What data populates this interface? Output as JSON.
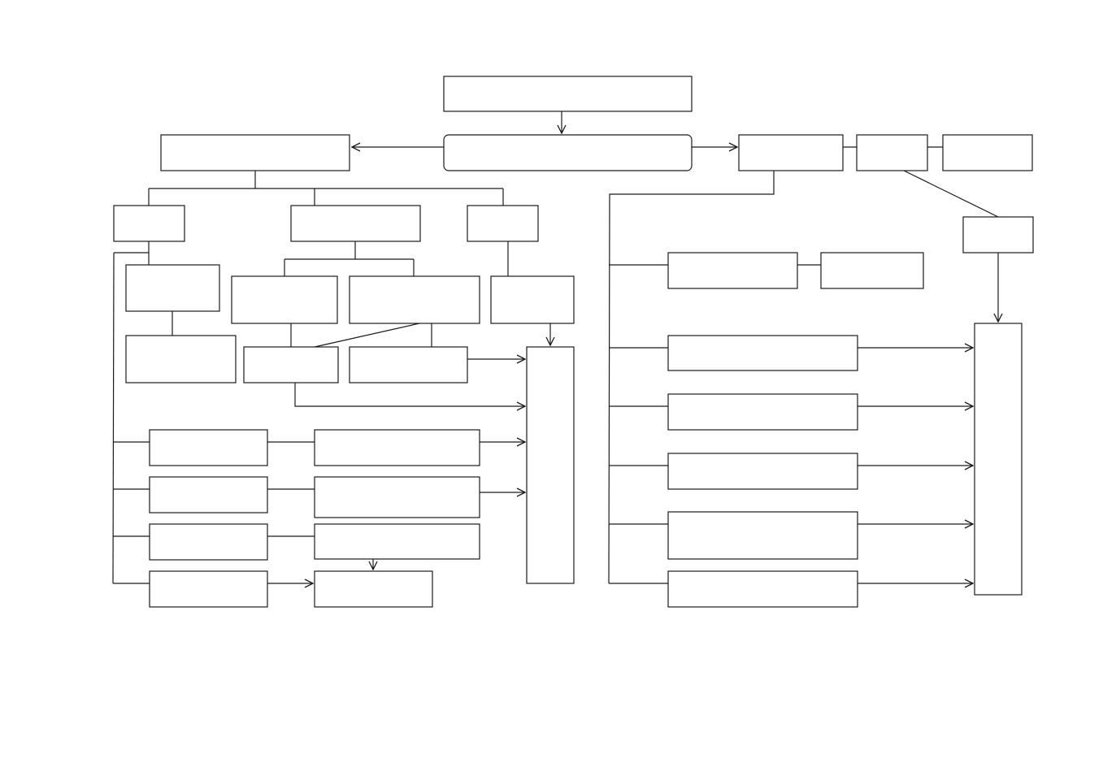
{
  "diagram": {
    "stroke_color": "#1a1a1a",
    "background_color": "#ffffff",
    "nodes": [
      {
        "id": "top",
        "label": ""
      },
      {
        "id": "center",
        "label": ""
      },
      {
        "id": "left-main",
        "label": ""
      },
      {
        "id": "right-main",
        "label": ""
      },
      {
        "id": "right-b",
        "label": ""
      },
      {
        "id": "right-c",
        "label": ""
      },
      {
        "id": "right-d",
        "label": ""
      },
      {
        "id": "right-sink",
        "label": ""
      },
      {
        "id": "l1",
        "label": ""
      },
      {
        "id": "l2",
        "label": ""
      },
      {
        "id": "l3",
        "label": ""
      },
      {
        "id": "l1a",
        "label": ""
      },
      {
        "id": "l1b",
        "label": ""
      },
      {
        "id": "l2a",
        "label": ""
      },
      {
        "id": "l2b",
        "label": ""
      },
      {
        "id": "l3a",
        "label": ""
      },
      {
        "id": "l2a1",
        "label": ""
      },
      {
        "id": "l2b1",
        "label": ""
      },
      {
        "id": "left-sink",
        "label": ""
      },
      {
        "id": "row1a",
        "label": ""
      },
      {
        "id": "row1b",
        "label": ""
      },
      {
        "id": "row2a",
        "label": ""
      },
      {
        "id": "row2b",
        "label": ""
      },
      {
        "id": "row3a",
        "label": ""
      },
      {
        "id": "row3b",
        "label": ""
      },
      {
        "id": "row4a",
        "label": ""
      },
      {
        "id": "row4b",
        "label": ""
      },
      {
        "id": "r1a",
        "label": ""
      },
      {
        "id": "r1b",
        "label": ""
      },
      {
        "id": "r2",
        "label": ""
      },
      {
        "id": "r3",
        "label": ""
      },
      {
        "id": "r4",
        "label": ""
      },
      {
        "id": "r5",
        "label": ""
      },
      {
        "id": "r6",
        "label": ""
      }
    ]
  }
}
